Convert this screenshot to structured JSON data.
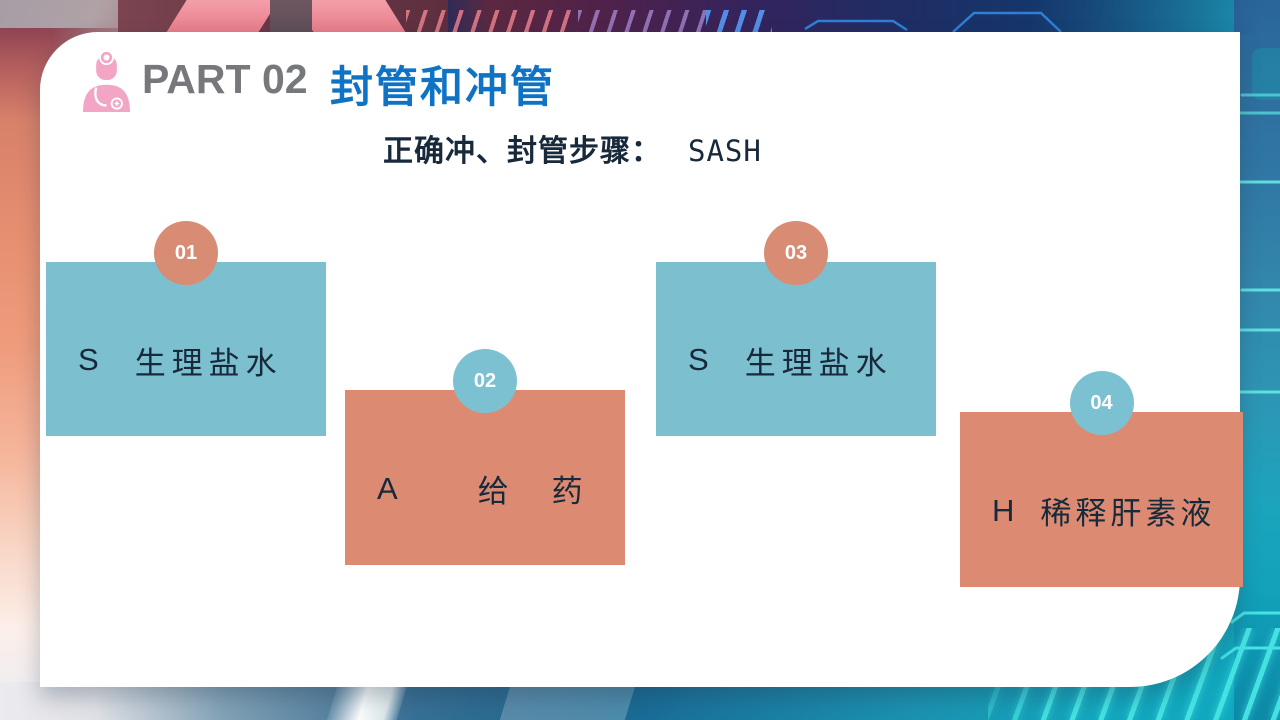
{
  "slide": {
    "header": {
      "part_label": "PART 02",
      "title": "封管和冲管"
    },
    "subtitle": {
      "label": "正确冲、封管步骤：",
      "value": "SASH"
    },
    "steps": [
      {
        "number": "01",
        "letter": "S",
        "label": "生理盐水",
        "box_color": "#7cbfce",
        "badge_color": "#d98c74"
      },
      {
        "number": "02",
        "letter": "A",
        "label": "给　药",
        "box_color": "#dd8a72",
        "badge_color": "#7cc1d1"
      },
      {
        "number": "03",
        "letter": "S",
        "label": "生理盐水",
        "box_color": "#7cbfce",
        "badge_color": "#d98c74"
      },
      {
        "number": "04",
        "letter": "H",
        "label": "稀释肝素液",
        "box_color": "#dd8a72",
        "badge_color": "#7cc1d1"
      }
    ],
    "colors": {
      "title_blue": "#0e73c5",
      "part_gray": "#77787b",
      "text_dark": "#17293b",
      "card_bg": "#ffffff",
      "accent_cyan": "#46e4e4",
      "bg_navy": "#123a6c",
      "bg_teal": "#13a6bd",
      "bg_orange": "#e68e70",
      "icon_pink": "#f2a5c5"
    }
  }
}
